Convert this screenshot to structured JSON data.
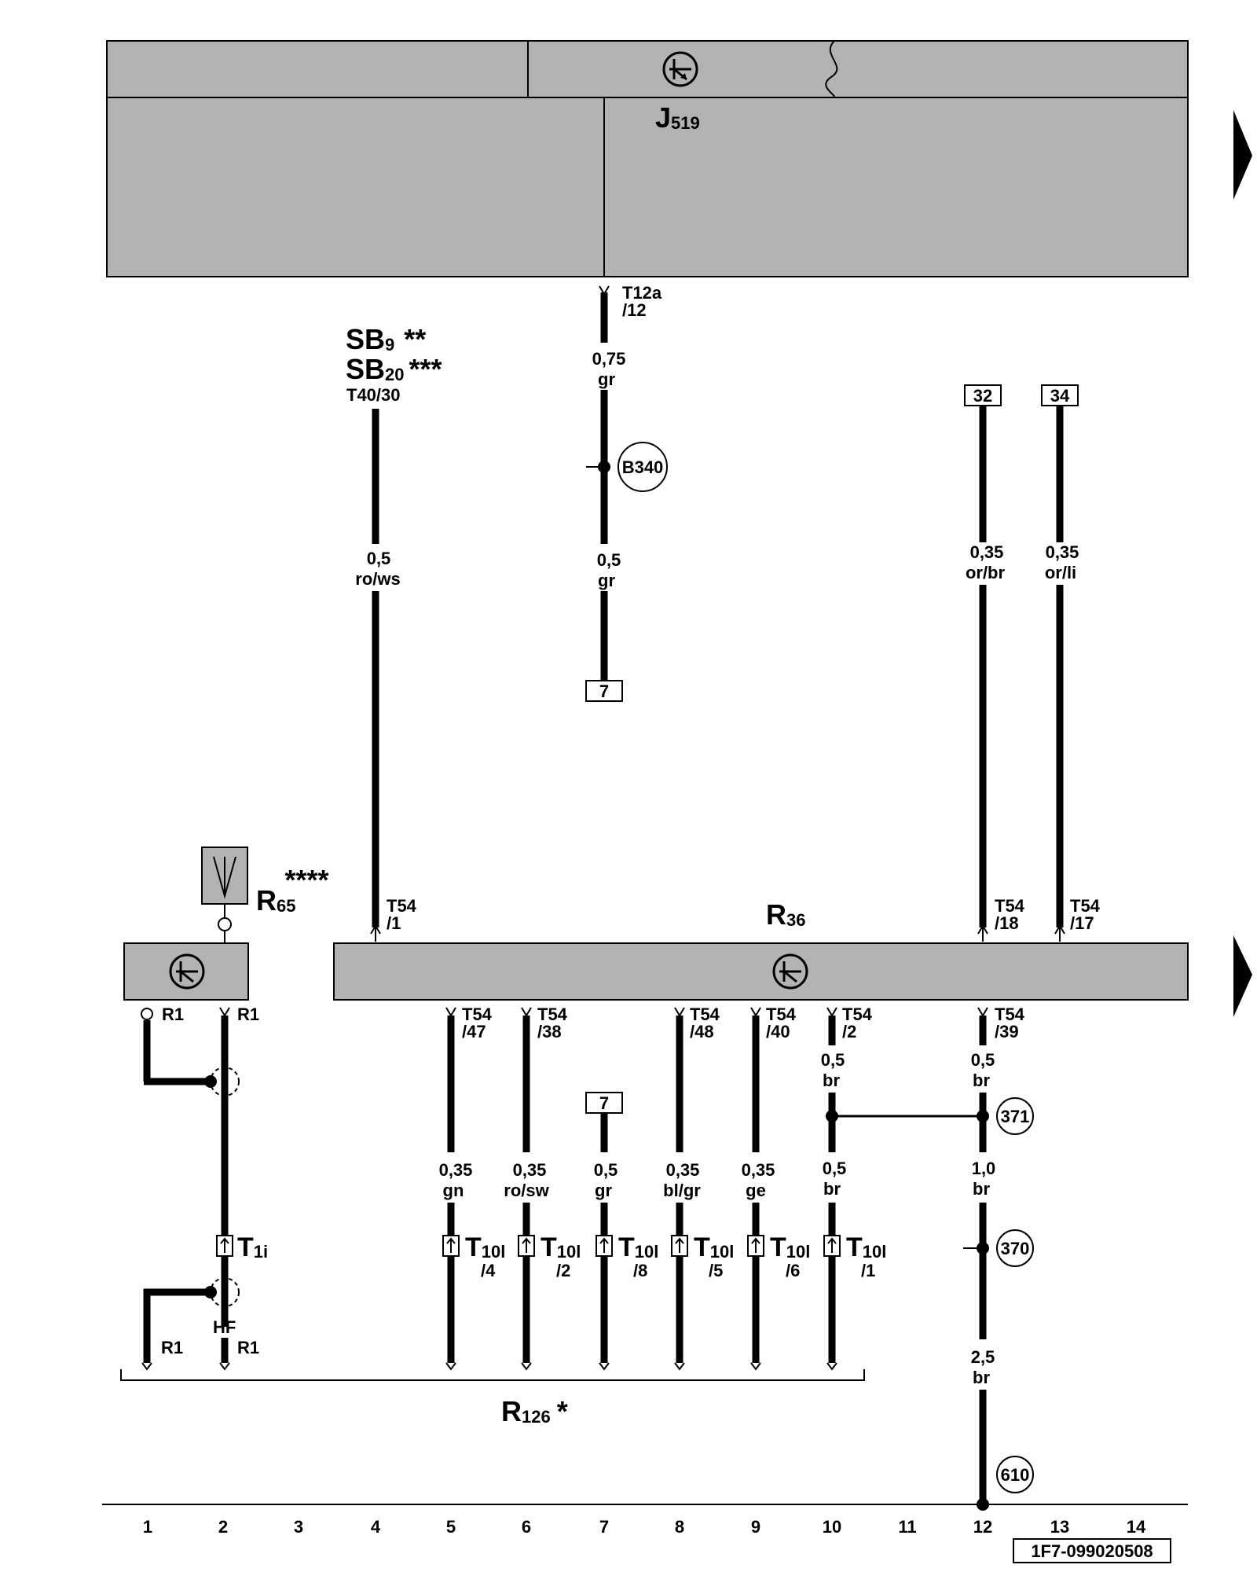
{
  "components": {
    "j519": {
      "letter": "J",
      "sub": "519"
    },
    "r36": {
      "letter": "R",
      "sub": "36"
    },
    "r65": {
      "letter": "R",
      "sub": "65",
      "mark": "****"
    },
    "r126": {
      "letter": "R",
      "sub": "126",
      "mark": "*"
    },
    "sb9": {
      "letter": "SB",
      "sub": "9",
      "mark": "**"
    },
    "sb20": {
      "letter": "SB",
      "sub": "20",
      "mark": "***"
    },
    "sb_pin": "T40/30"
  },
  "connectors": {
    "t12a": "T12a",
    "t12a_pin": "/12",
    "t54": "T54",
    "t54_pins": {
      "p1": "/1",
      "p18": "/18",
      "p17": "/17",
      "p47": "/47",
      "p38": "/38",
      "p48": "/48",
      "p40": "/40",
      "p2": "/2",
      "p39": "/39"
    },
    "t1i": {
      "letter": "T",
      "sub": "1i"
    },
    "t10l": {
      "letter": "T",
      "sub": "10l"
    },
    "t10l_pins": {
      "p4": "/4",
      "p2": "/2",
      "p8": "/8",
      "p5": "/5",
      "p6": "/6",
      "p1": "/1"
    }
  },
  "wires": {
    "w_t12a_top": {
      "size": "0,75",
      "color": "gr"
    },
    "w_t12a_bottom": {
      "size": "0,5",
      "color": "gr"
    },
    "w_sb": {
      "size": "0,5",
      "color": "ro/ws"
    },
    "w_32": {
      "size": "0,35",
      "color": "or/br"
    },
    "w_34": {
      "size": "0,35",
      "color": "or/li"
    },
    "w_5": {
      "size": "0,35",
      "color": "gn"
    },
    "w_6": {
      "size": "0,35",
      "color": "ro/sw"
    },
    "w_7": {
      "size": "0,5",
      "color": "gr"
    },
    "w_8": {
      "size": "0,35",
      "color": "bl/gr"
    },
    "w_9": {
      "size": "0,35",
      "color": "ge"
    },
    "w_10_top": {
      "size": "0,5",
      "color": "br"
    },
    "w_10_bottom": {
      "size": "0,5",
      "color": "br"
    },
    "w_12_top": {
      "size": "0,5",
      "color": "br"
    },
    "w_12_mid": {
      "size": "1,0",
      "color": "br"
    },
    "w_12_bottom": {
      "size": "2,5",
      "color": "br"
    }
  },
  "refs": {
    "b340": "B340",
    "n371": "371",
    "n370": "370",
    "n610": "610",
    "box7": "7",
    "box32": "32",
    "box34": "34"
  },
  "antenna": {
    "r1": "R1",
    "hf": "HF"
  },
  "axis_numbers": [
    "1",
    "2",
    "3",
    "4",
    "5",
    "6",
    "7",
    "8",
    "9",
    "10",
    "11",
    "12",
    "13",
    "14"
  ],
  "doc_code": "1F7-099020508"
}
